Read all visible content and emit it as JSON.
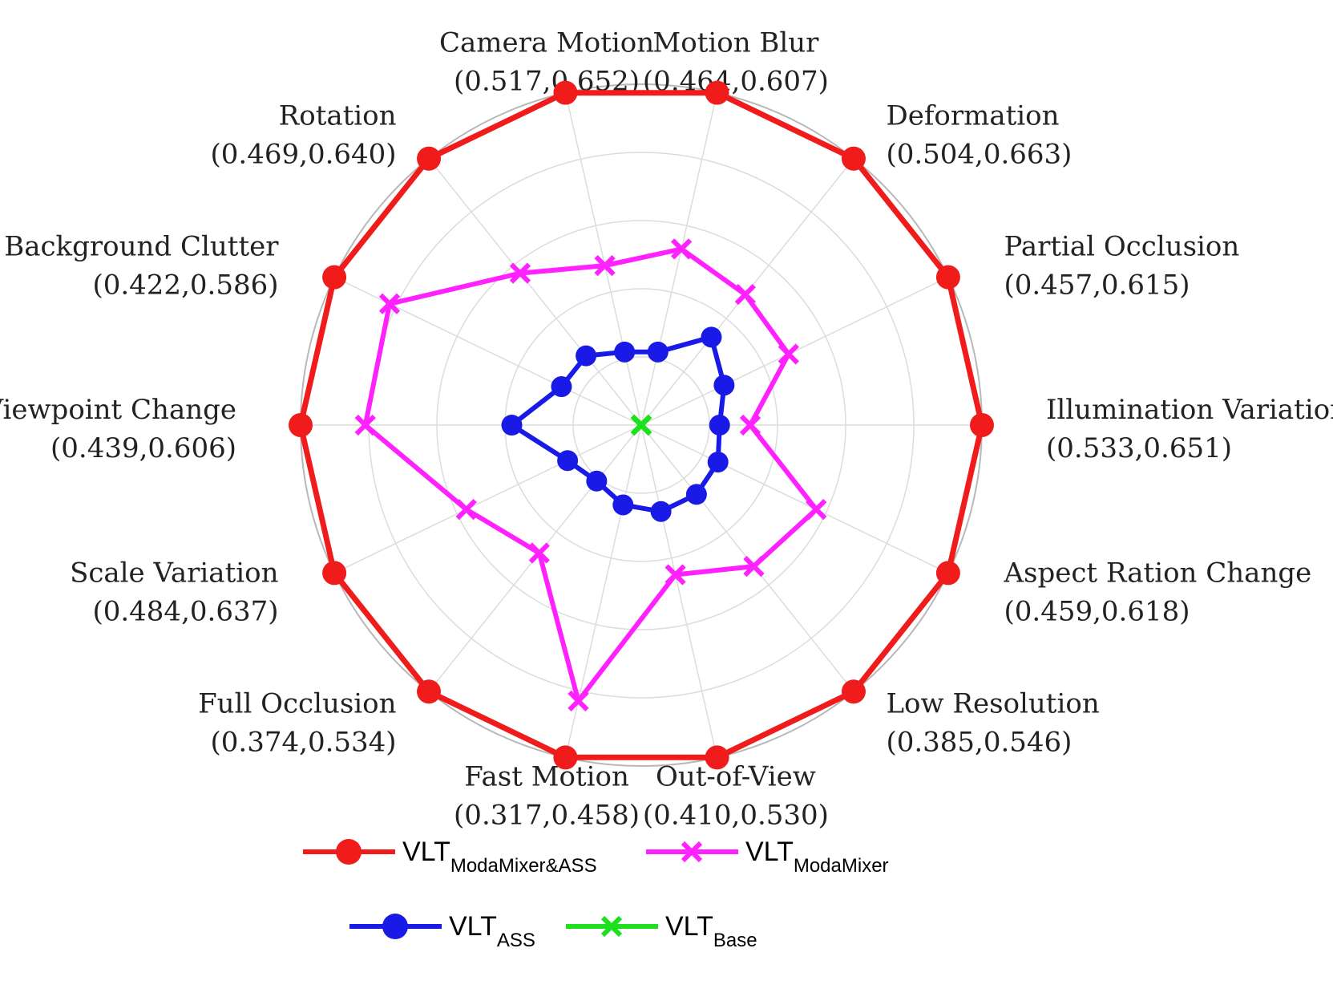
{
  "chart_data": {
    "type": "radar",
    "axes": [
      {
        "name": "Illumination Variation",
        "range": "(0.533,0.651)"
      },
      {
        "name": "Partial Occlusion",
        "range": "(0.457,0.615)"
      },
      {
        "name": "Deformation",
        "range": "(0.504,0.663)"
      },
      {
        "name": "Motion Blur",
        "range": "(0.464,0.607)"
      },
      {
        "name": "Camera Motion",
        "range": "(0.517,0.652)"
      },
      {
        "name": "Rotation",
        "range": "(0.469,0.640)"
      },
      {
        "name": "Background Clutter",
        "range": "(0.422,0.586)"
      },
      {
        "name": "Viewpoint Change",
        "range": "(0.439,0.606)"
      },
      {
        "name": "Scale Variation",
        "range": "(0.484,0.637)"
      },
      {
        "name": "Full Occlusion",
        "range": "(0.374,0.534)"
      },
      {
        "name": "Fast Motion",
        "range": "(0.317,0.458)"
      },
      {
        "name": "Out-of-View",
        "range": "(0.410,0.530)"
      },
      {
        "name": "Low Resolution",
        "range": "(0.385,0.546)"
      },
      {
        "name": "Aspect Ration Change",
        "range": "(0.459,0.618)"
      }
    ],
    "scale": [
      0,
      1
    ],
    "grid_levels": [
      0.2,
      0.4,
      0.6,
      0.8,
      1.0
    ],
    "grid": true,
    "legend_position": "bottom",
    "series": [
      {
        "name": "VLT",
        "subscript": "ModaMixer&ASS",
        "color": "#f01c1c",
        "marker": "circle",
        "values": [
          1,
          1,
          1,
          1,
          1,
          1,
          1,
          1,
          1,
          1,
          1,
          1,
          1,
          1
        ]
      },
      {
        "name": "VLT",
        "subscript": "ModaMixer",
        "color": "#ff22ff",
        "marker": "x",
        "values": [
          0.32,
          0.48,
          0.49,
          0.53,
          0.48,
          0.57,
          0.82,
          0.81,
          0.57,
          0.48,
          0.83,
          0.45,
          0.53,
          0.57
        ]
      },
      {
        "name": "VLT",
        "subscript": "ASS",
        "color": "#1a1ae6",
        "marker": "circle",
        "values": [
          0.23,
          0.27,
          0.33,
          0.22,
          0.22,
          0.26,
          0.26,
          0.38,
          0.24,
          0.21,
          0.24,
          0.26,
          0.26,
          0.25
        ]
      },
      {
        "name": "VLT",
        "subscript": "Base",
        "color": "#1ee01e",
        "marker": "x",
        "values": [
          0,
          0,
          0,
          0,
          0,
          0,
          0,
          0,
          0,
          0,
          0,
          0,
          0,
          0
        ]
      }
    ]
  }
}
